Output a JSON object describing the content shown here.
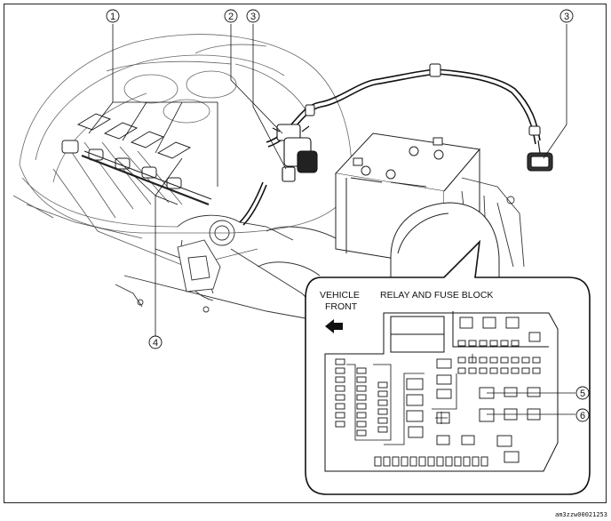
{
  "callouts": [
    {
      "id": "c1",
      "number": "1"
    },
    {
      "id": "c2",
      "number": "2"
    },
    {
      "id": "c3a",
      "number": "3"
    },
    {
      "id": "c3b",
      "number": "3"
    },
    {
      "id": "c4",
      "number": "4"
    },
    {
      "id": "c5",
      "number": "5"
    },
    {
      "id": "c6",
      "number": "6"
    }
  ],
  "inset": {
    "vehicle_front_line1": "VEHICLE",
    "vehicle_front_line2": "FRONT",
    "title": "RELAY AND FUSE BLOCK",
    "arrow_icon": "left-arrow-icon"
  },
  "image_id": "am3zzw00021253"
}
